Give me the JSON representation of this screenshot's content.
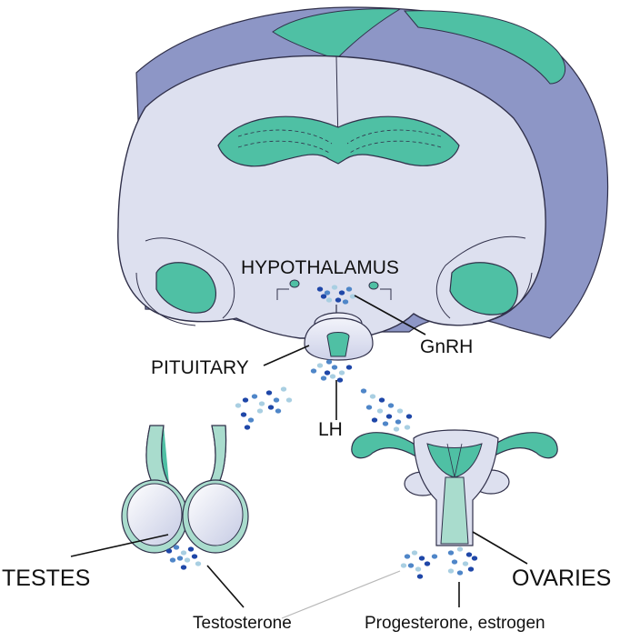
{
  "labels": {
    "hypothalamus": "HYPOTHALAMUS",
    "pituitary": "PITUITARY",
    "gnrh": "GnRH",
    "lh": "LH",
    "testes": "TESTES",
    "ovaries": "OVARIES",
    "testosterone": "Testosterone",
    "female_hormones": "Progesterone, estrogen"
  },
  "colors": {
    "tissue_fill": "#dde0ef",
    "tissue_side": "#8d96c6",
    "tissue_accent": "#4fc0a4",
    "tissue_accent_light": "#a9dccd",
    "outline": "#30304a",
    "hormone_dark": "#1f47a8",
    "hormone_mid": "#4f86c8",
    "hormone_light": "#a9cfe2"
  }
}
